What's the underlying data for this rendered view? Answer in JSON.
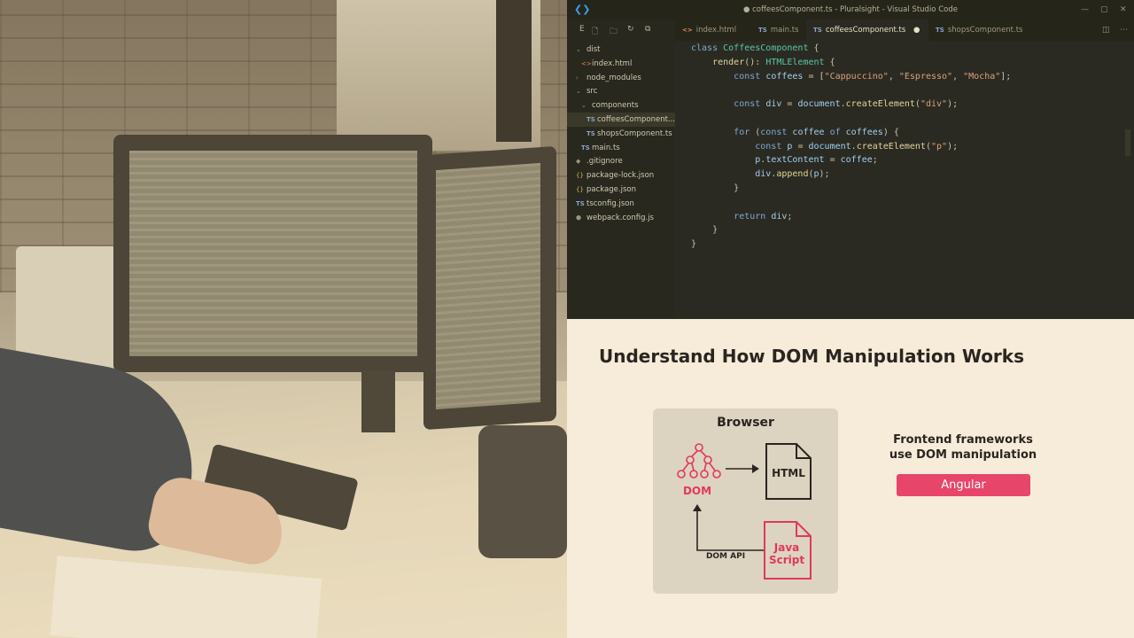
{
  "window": {
    "title": "● coffeesComponent.ts - Pluralsight - Visual Studio Code",
    "controls": [
      "—",
      "▢",
      "✕"
    ]
  },
  "explorer": {
    "toolbar_label": "E",
    "items": [
      {
        "label": "dist",
        "icon": "chevron-down",
        "indent": 0
      },
      {
        "label": "index.html",
        "icon": "html",
        "indent": 1
      },
      {
        "label": "node_modules",
        "icon": "chevron-right",
        "indent": 0
      },
      {
        "label": "src",
        "icon": "chevron-down",
        "indent": 0
      },
      {
        "label": "components",
        "icon": "chevron-down",
        "indent": 1
      },
      {
        "label": "coffeesComponent...",
        "icon": "ts",
        "indent": 2,
        "selected": true
      },
      {
        "label": "shopsComponent.ts",
        "icon": "ts",
        "indent": 2
      },
      {
        "label": "main.ts",
        "icon": "ts",
        "indent": 1
      },
      {
        "label": ".gitignore",
        "icon": "gitignore",
        "indent": 0
      },
      {
        "label": "package-lock.json",
        "icon": "json",
        "indent": 0
      },
      {
        "label": "package.json",
        "icon": "json",
        "indent": 0
      },
      {
        "label": "tsconfig.json",
        "icon": "ts-config",
        "indent": 0
      },
      {
        "label": "webpack.config.js",
        "icon": "webpack",
        "indent": 0
      }
    ]
  },
  "tabs": [
    {
      "label": "index.html",
      "icon": "<>",
      "active": false
    },
    {
      "label": "main.ts",
      "icon": "TS",
      "active": false
    },
    {
      "label": "coffeesComponent.ts",
      "icon": "TS",
      "active": true,
      "modified": true
    },
    {
      "label": "shopsComponent.ts",
      "icon": "TS",
      "active": false
    }
  ],
  "code": [
    "class CoffeesComponent {",
    "    render(): HTMLElement {",
    "        const coffees = [\"Cappuccino\", \"Espresso\", \"Mocha\"];",
    "",
    "        const div = document.createElement(\"div\");",
    "",
    "        for (const coffee of coffees) {",
    "            const p = document.createElement(\"p\");",
    "            p.textContent = coffee;",
    "            div.append(p);",
    "        }",
    "",
    "        return div;",
    "    }",
    "}"
  ],
  "slide": {
    "title": "Understand How DOM Manipulation Works",
    "browser_label": "Browser",
    "dom_label": "DOM",
    "html_label": "HTML",
    "domapi_label": "DOM API",
    "js_label_1": "Java",
    "js_label_2": "Script",
    "frameworks_line1": "Frontend frameworks",
    "frameworks_line2": "use DOM manipulation",
    "angular_label": "Angular",
    "accent_color": "#e8456a"
  }
}
